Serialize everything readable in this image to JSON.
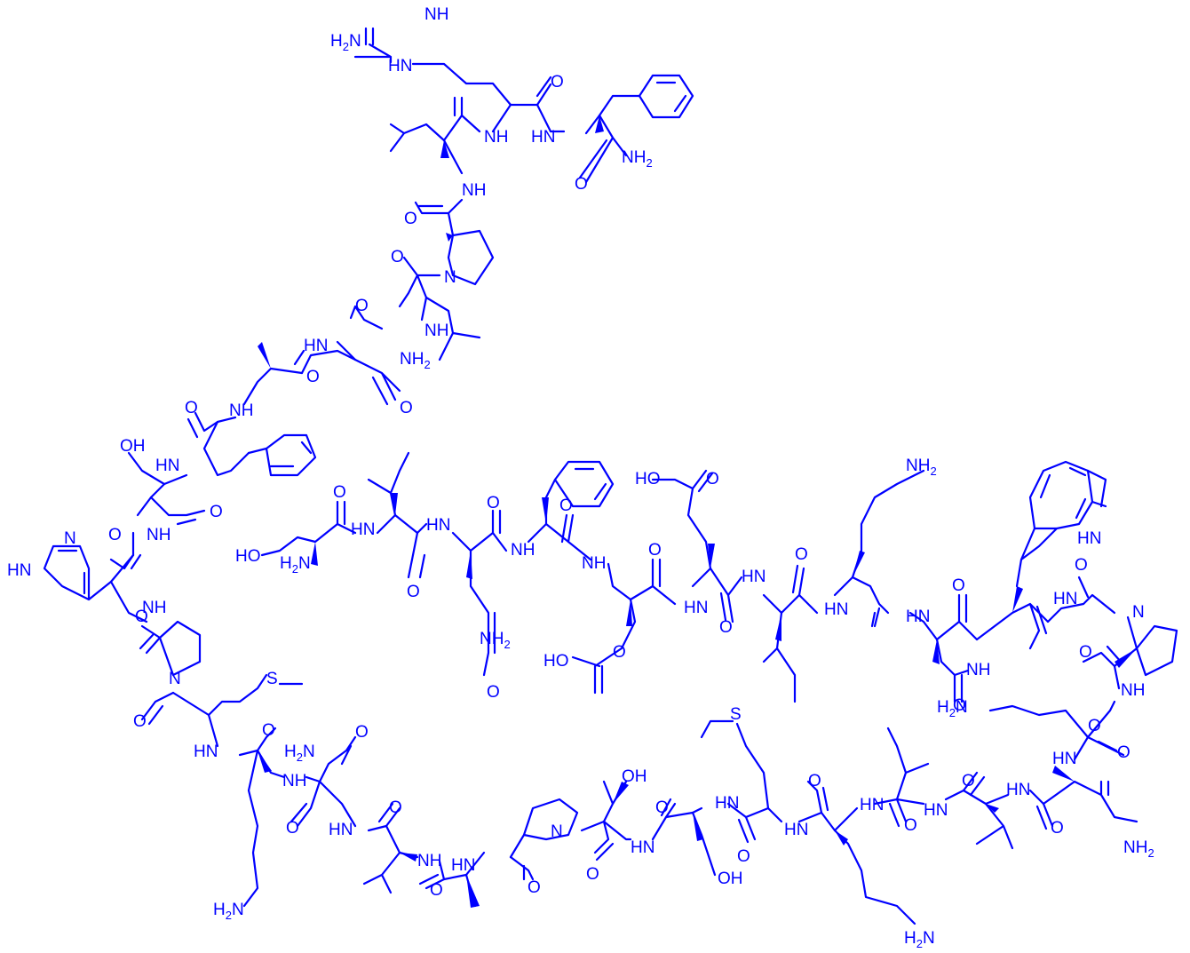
{
  "structure": {
    "color": "#0000ff",
    "labels": [
      {
        "key": "n1",
        "text": "NH"
      },
      {
        "key": "n2",
        "text": "H2N"
      },
      {
        "key": "n3",
        "text": "HN"
      },
      {
        "key": "n4",
        "text": "O"
      },
      {
        "key": "n5",
        "text": "NH"
      },
      {
        "key": "n6",
        "text": "HN"
      },
      {
        "key": "n7",
        "text": "NH2"
      },
      {
        "key": "n8",
        "text": "O"
      },
      {
        "key": "n9",
        "text": "NH"
      },
      {
        "key": "n10",
        "text": "O"
      },
      {
        "key": "n11",
        "text": "N"
      },
      {
        "key": "n12",
        "text": "O"
      },
      {
        "key": "n13",
        "text": "O"
      },
      {
        "key": "n14",
        "text": "NH"
      },
      {
        "key": "n15",
        "text": "HN"
      },
      {
        "key": "n16",
        "text": "NH2"
      },
      {
        "key": "n17",
        "text": "O"
      },
      {
        "key": "n18",
        "text": "O"
      },
      {
        "key": "n19",
        "text": "NH"
      },
      {
        "key": "n20",
        "text": "O"
      },
      {
        "key": "n21",
        "text": "HN"
      },
      {
        "key": "n22",
        "text": "OH"
      },
      {
        "key": "n23",
        "text": "O"
      },
      {
        "key": "n24",
        "text": "O"
      },
      {
        "key": "n25",
        "text": "NH"
      },
      {
        "key": "n26",
        "text": "HN"
      },
      {
        "key": "n27",
        "text": "N"
      },
      {
        "key": "n28",
        "text": "NH"
      },
      {
        "key": "n29",
        "text": "O"
      },
      {
        "key": "n30",
        "text": "N"
      },
      {
        "key": "n31",
        "text": "O"
      },
      {
        "key": "n32",
        "text": "S"
      },
      {
        "key": "n33",
        "text": "HN"
      },
      {
        "key": "n34",
        "text": "O"
      },
      {
        "key": "n35",
        "text": "H2N"
      },
      {
        "key": "n36",
        "text": "O"
      },
      {
        "key": "n37",
        "text": "NH"
      },
      {
        "key": "n38",
        "text": "O"
      },
      {
        "key": "n39",
        "text": "HN"
      },
      {
        "key": "n40",
        "text": "O"
      },
      {
        "key": "n41",
        "text": "H2N"
      },
      {
        "key": "n42",
        "text": "NH"
      },
      {
        "key": "n43",
        "text": "HN"
      },
      {
        "key": "n44",
        "text": "O"
      },
      {
        "key": "n45",
        "text": "O"
      },
      {
        "key": "n46",
        "text": "N"
      },
      {
        "key": "n47",
        "text": "OH"
      },
      {
        "key": "n48",
        "text": "O"
      },
      {
        "key": "n49",
        "text": "HN"
      },
      {
        "key": "n50",
        "text": "O"
      },
      {
        "key": "n51",
        "text": "HN"
      },
      {
        "key": "n52",
        "text": "OH"
      },
      {
        "key": "n53",
        "text": "S"
      },
      {
        "key": "n54",
        "text": "O"
      },
      {
        "key": "n55",
        "text": "HN"
      },
      {
        "key": "n56",
        "text": "O"
      },
      {
        "key": "n57",
        "text": "HN"
      },
      {
        "key": "n58",
        "text": "H2N"
      },
      {
        "key": "n59",
        "text": "O"
      },
      {
        "key": "n60",
        "text": "HN"
      },
      {
        "key": "n61",
        "text": "O"
      },
      {
        "key": "n62",
        "text": "HN"
      },
      {
        "key": "n63",
        "text": "O"
      },
      {
        "key": "n64",
        "text": "HN"
      },
      {
        "key": "n65",
        "text": "O"
      },
      {
        "key": "n66",
        "text": "NH2"
      },
      {
        "key": "n67",
        "text": "NH2"
      },
      {
        "key": "n68",
        "text": "HN"
      },
      {
        "key": "n69",
        "text": "H2N"
      },
      {
        "key": "n70",
        "text": "NH"
      },
      {
        "key": "n71",
        "text": "O"
      },
      {
        "key": "n72",
        "text": "O"
      },
      {
        "key": "n73",
        "text": "N"
      },
      {
        "key": "n74",
        "text": "HN"
      },
      {
        "key": "n75",
        "text": "O"
      },
      {
        "key": "n76",
        "text": "NH"
      },
      {
        "key": "n77",
        "text": "HN"
      },
      {
        "key": "n78",
        "text": "O"
      },
      {
        "key": "n79",
        "text": "OH"
      },
      {
        "key": "n80",
        "text": "O"
      },
      {
        "key": "n81",
        "text": "NH"
      },
      {
        "key": "n82",
        "text": "HN"
      },
      {
        "key": "n83",
        "text": "NH2"
      },
      {
        "key": "n84",
        "text": "O"
      },
      {
        "key": "n85",
        "text": "HN"
      },
      {
        "key": "n86",
        "text": "O"
      },
      {
        "key": "n87",
        "text": "HN"
      },
      {
        "key": "n88",
        "text": "HN"
      },
      {
        "key": "n89",
        "text": "O"
      },
      {
        "key": "n90",
        "text": "NH"
      },
      {
        "key": "n91",
        "text": "O"
      },
      {
        "key": "n92",
        "text": "NH"
      },
      {
        "key": "n93",
        "text": "HO"
      },
      {
        "key": "n94",
        "text": "O"
      },
      {
        "key": "n95",
        "text": "O"
      },
      {
        "key": "n96",
        "text": "HO"
      },
      {
        "key": "n97",
        "text": "NH2"
      },
      {
        "key": "n98",
        "text": "O"
      },
      {
        "key": "n99",
        "text": "HN"
      },
      {
        "key": "n100",
        "text": "O"
      },
      {
        "key": "n101",
        "text": "O"
      },
      {
        "key": "n102",
        "text": "NH"
      },
      {
        "key": "n103",
        "text": "HN"
      },
      {
        "key": "n104",
        "text": "H2N"
      },
      {
        "key": "n105",
        "text": "HO"
      },
      {
        "key": "n106",
        "text": "O"
      },
      {
        "key": "n107",
        "text": "HO"
      }
    ]
  }
}
